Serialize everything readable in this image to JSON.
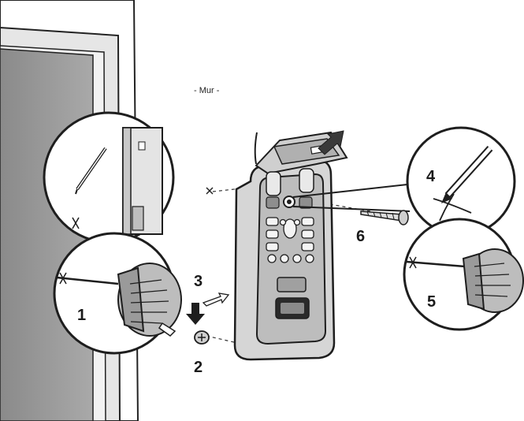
{
  "wall_label": "- Mur -",
  "steps": {
    "s1": "1",
    "s2": "2",
    "s3": "3",
    "s4": "4",
    "s5": "5",
    "s6": "6"
  }
}
